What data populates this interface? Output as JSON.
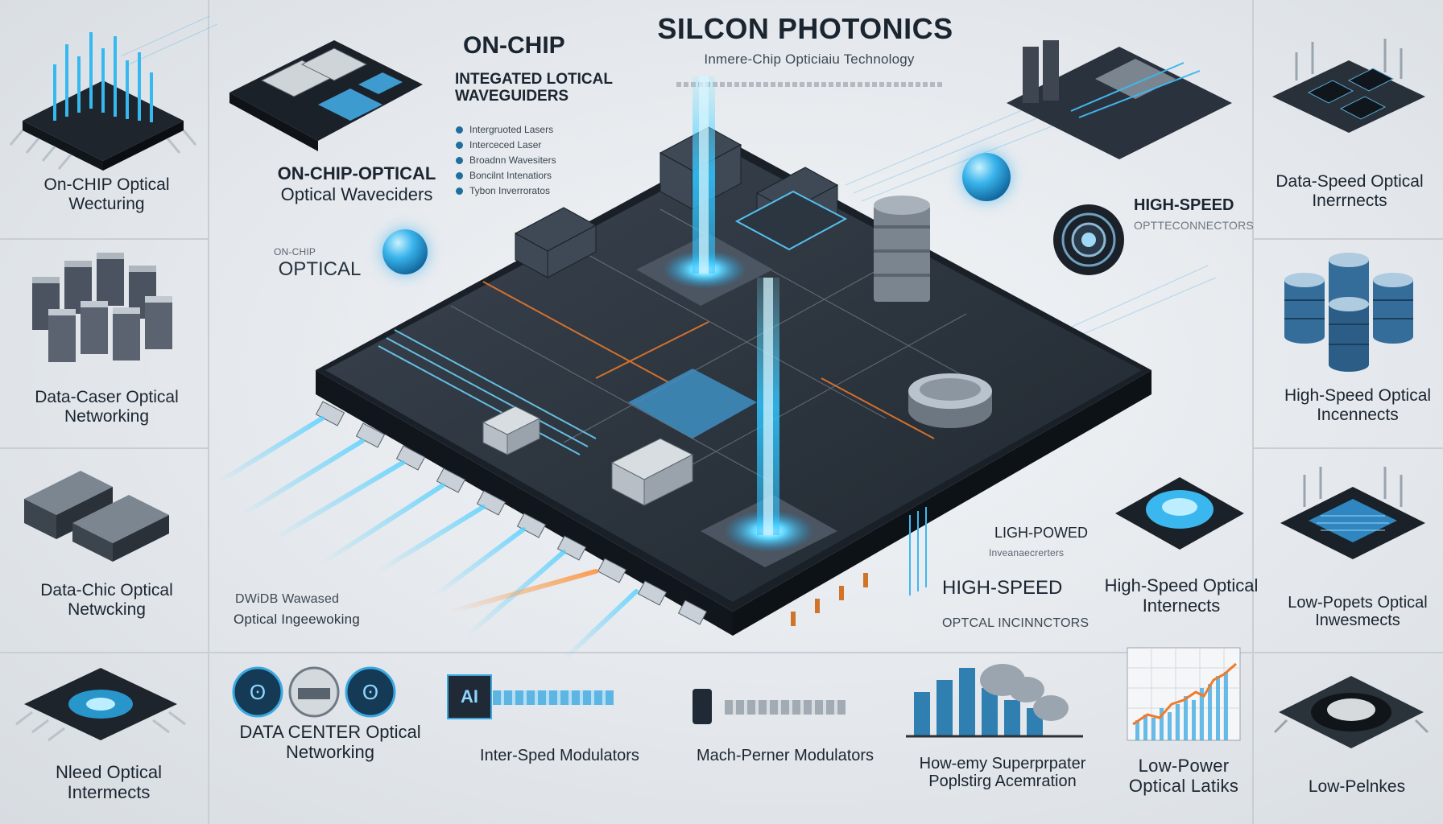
{
  "header": {
    "title": "SILCON PHOTONICS",
    "subtitle": "Inmere-Chip Opticiaiu Technology"
  },
  "center_callouts": {
    "on_chip_heading": "ON-CHIP",
    "waveguides_heading": "INTEGATED LOTICAL WAVEGUIDERS",
    "bullets": [
      "Intergruoted Lasers",
      "Interceced Laser",
      "Broadnn Wavesiters",
      "Boncilnt Intenatiors",
      "Tybon Inverroratos"
    ],
    "optical_small": "OPTICAL",
    "optical_small_prefix": "ON-CHIP",
    "on_chip_optical_heading": "ON-CHIP-OPTICAL",
    "optical_waveguiders": "Optical Waveciders",
    "high_speed_right": "HIGH-SPEED",
    "optteconnectors": "OPTTECONNECTORS",
    "ligh_powed": "LIGH-POWED",
    "ligh_powed_sub": "Inveanaecrerters",
    "high_speed_mid": "HIGH-SPEED",
    "optcal_incinnctors": "OPTCAL INCINNCTORS",
    "optical_ingeewoking": "Optical Ingeewoking",
    "ingeewoking_top": "DWiDB Wawased"
  },
  "left_column": [
    {
      "title": "On-CHIP Optical Wecturing"
    },
    {
      "title": "Data-Caser Optical Networking"
    },
    {
      "title": "Data-Chic Optical Netwcking"
    },
    {
      "title": "Nleed Optical Intermects"
    }
  ],
  "right_column": [
    {
      "title": "Data-Speed Optical Inerrnects"
    },
    {
      "title": "High-Speed Optical Incennects"
    },
    {
      "title": "Low-Popets Optical Inwesmects"
    },
    {
      "title": "Low-Pelnkes"
    }
  ],
  "bottom_row": [
    {
      "title": "DATA CENTER Optical Networking"
    },
    {
      "title": "Inter-Sped Modulators"
    },
    {
      "title": "Mach-Perner Modulators"
    },
    {
      "title": "How-emy Superprpater Poplstirg Acemration"
    },
    {
      "title": "Low-Power Optical Latiks"
    }
  ],
  "high_speed_optical_internects": "High-Speed Optical Internects",
  "ai_badge": "AI",
  "colors": {
    "accent_blue": "#29b6f2",
    "deep_blue": "#0c5f96",
    "orange": "#f07a2a",
    "chip_dark": "#262d36",
    "background": "#e6eaee"
  },
  "icons": [
    "chip-pin-icon",
    "waveguide-board-icon",
    "server-rack-icon",
    "data-block-icon",
    "database-stack-icon",
    "processor-icon",
    "cloud-icon",
    "line-graph-icon",
    "globe-icon",
    "lens-icon"
  ]
}
